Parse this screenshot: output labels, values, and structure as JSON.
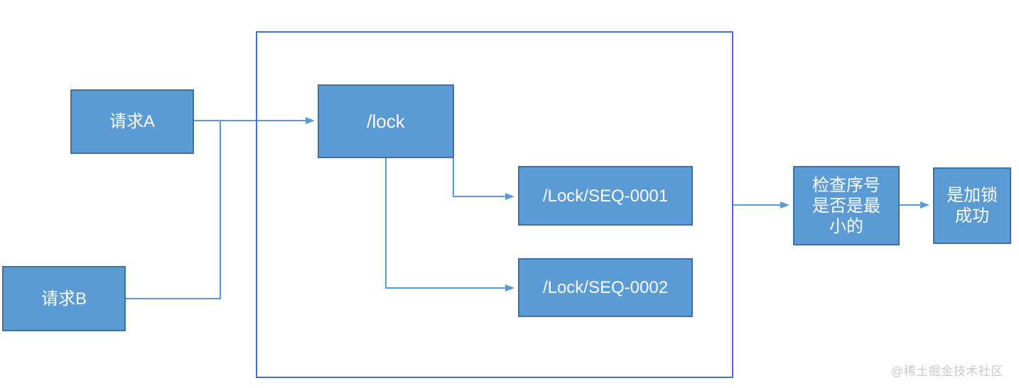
{
  "diagram": {
    "nodes": {
      "request_a": {
        "label": "请求A"
      },
      "request_b": {
        "label": "请求B"
      },
      "lock": {
        "label": "/lock"
      },
      "seq1": {
        "label": "/Lock/SEQ-0001"
      },
      "seq2": {
        "label": "/Lock/SEQ-0002"
      },
      "check": {
        "label": "检查序号是否是最小的",
        "lines": [
          "检查序号",
          "是否是最",
          "小的"
        ]
      },
      "success": {
        "label": "是加锁成功",
        "lines": [
          "是加锁",
          "成功"
        ]
      }
    },
    "watermark": "@稀土掘金技术社区",
    "colors": {
      "node_fill": "#5B9BD5",
      "node_border": "#41719C",
      "container_border": "#4472C4",
      "connector": "#5B9BD5",
      "text": "#FFFFFF",
      "watermark": "#C9C9C9"
    }
  }
}
